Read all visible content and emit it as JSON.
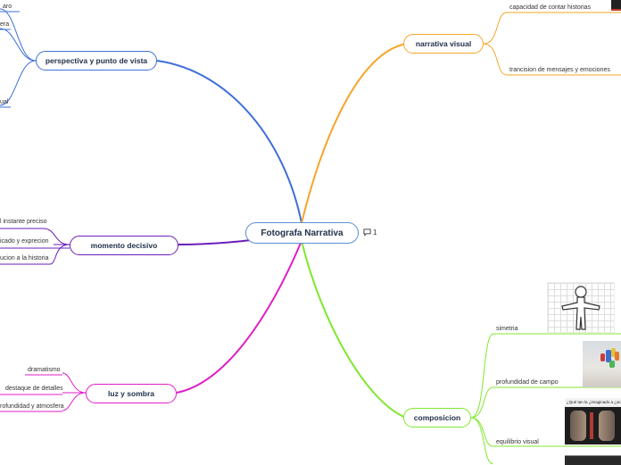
{
  "central": {
    "label": "Fotografa Narrativa",
    "comment_count": "1"
  },
  "branches": {
    "perspectiva": {
      "label": "perspectiva y punto de vista",
      "items": [
        "aro",
        "era",
        "ual"
      ]
    },
    "momento": {
      "label": "momento decisivo",
      "items": [
        "l instante preciso",
        "icado y exprecion",
        "ucion a la historia"
      ]
    },
    "luz": {
      "label": "luz y sombra",
      "items": [
        "dramatismo",
        "destaque de detalles",
        "rofundidad y atmosfera"
      ]
    },
    "narrativa": {
      "label": "narrativa visual",
      "items": [
        "capacidad de contar historias",
        "trancision de mensajes y emociones"
      ]
    },
    "composicion": {
      "label": "composicion",
      "items": [
        "simetria",
        "profundidad de campo",
        "equilibrio visual"
      ]
    }
  },
  "thumbnails": {
    "equilibrio_caption": "¿Qué tan la ¿imaginado a ¿acción"
  },
  "colors": {
    "perspectiva": "#3e6fd8",
    "momento": "#6a1fb8",
    "luz": "#e01ec8",
    "narrativa": "#f5a52a",
    "composicion": "#7fe82c",
    "central_border": "#5b8fd6"
  }
}
